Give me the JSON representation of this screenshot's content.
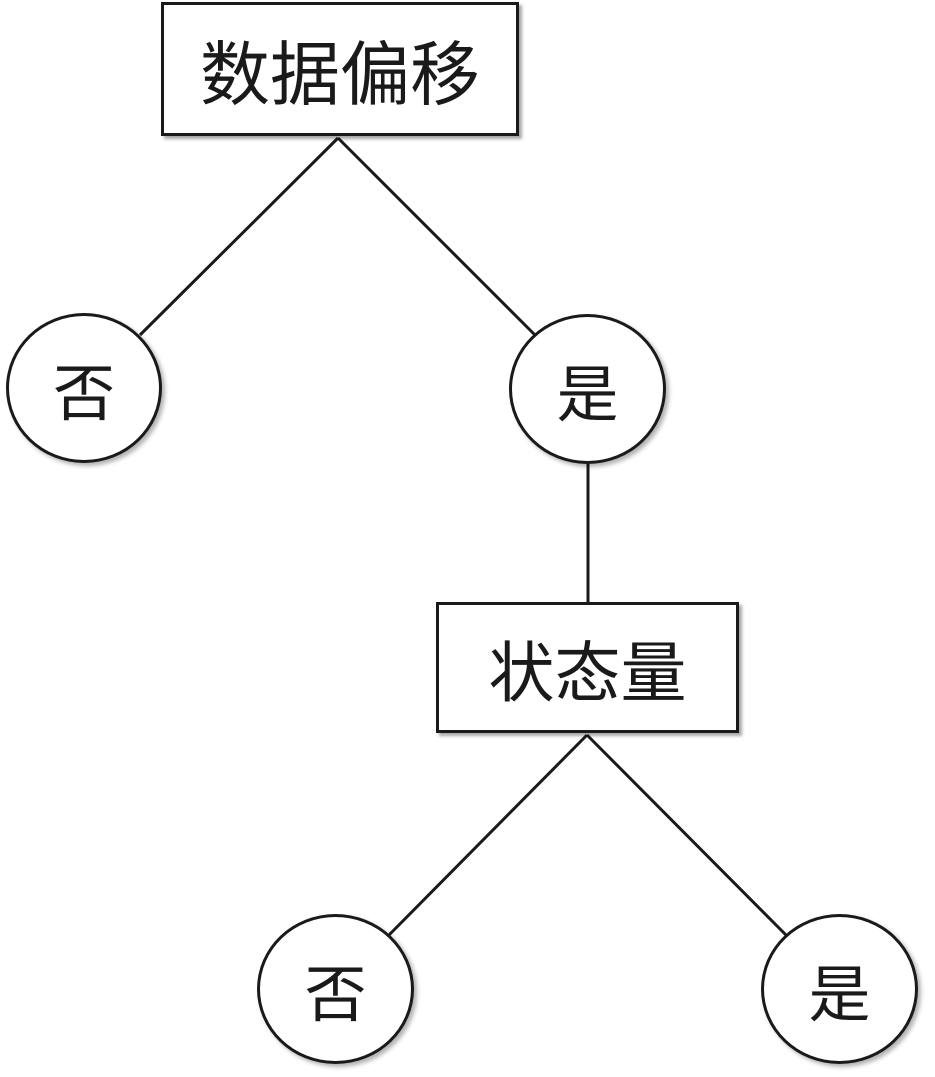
{
  "nodes": {
    "root": "数据偏移",
    "no_1": "否",
    "yes_1": "是",
    "state": "状态量",
    "no_2": "否",
    "yes_2": "是"
  },
  "colors": {
    "stroke": "#1a1a1a",
    "background": "#ffffff"
  }
}
